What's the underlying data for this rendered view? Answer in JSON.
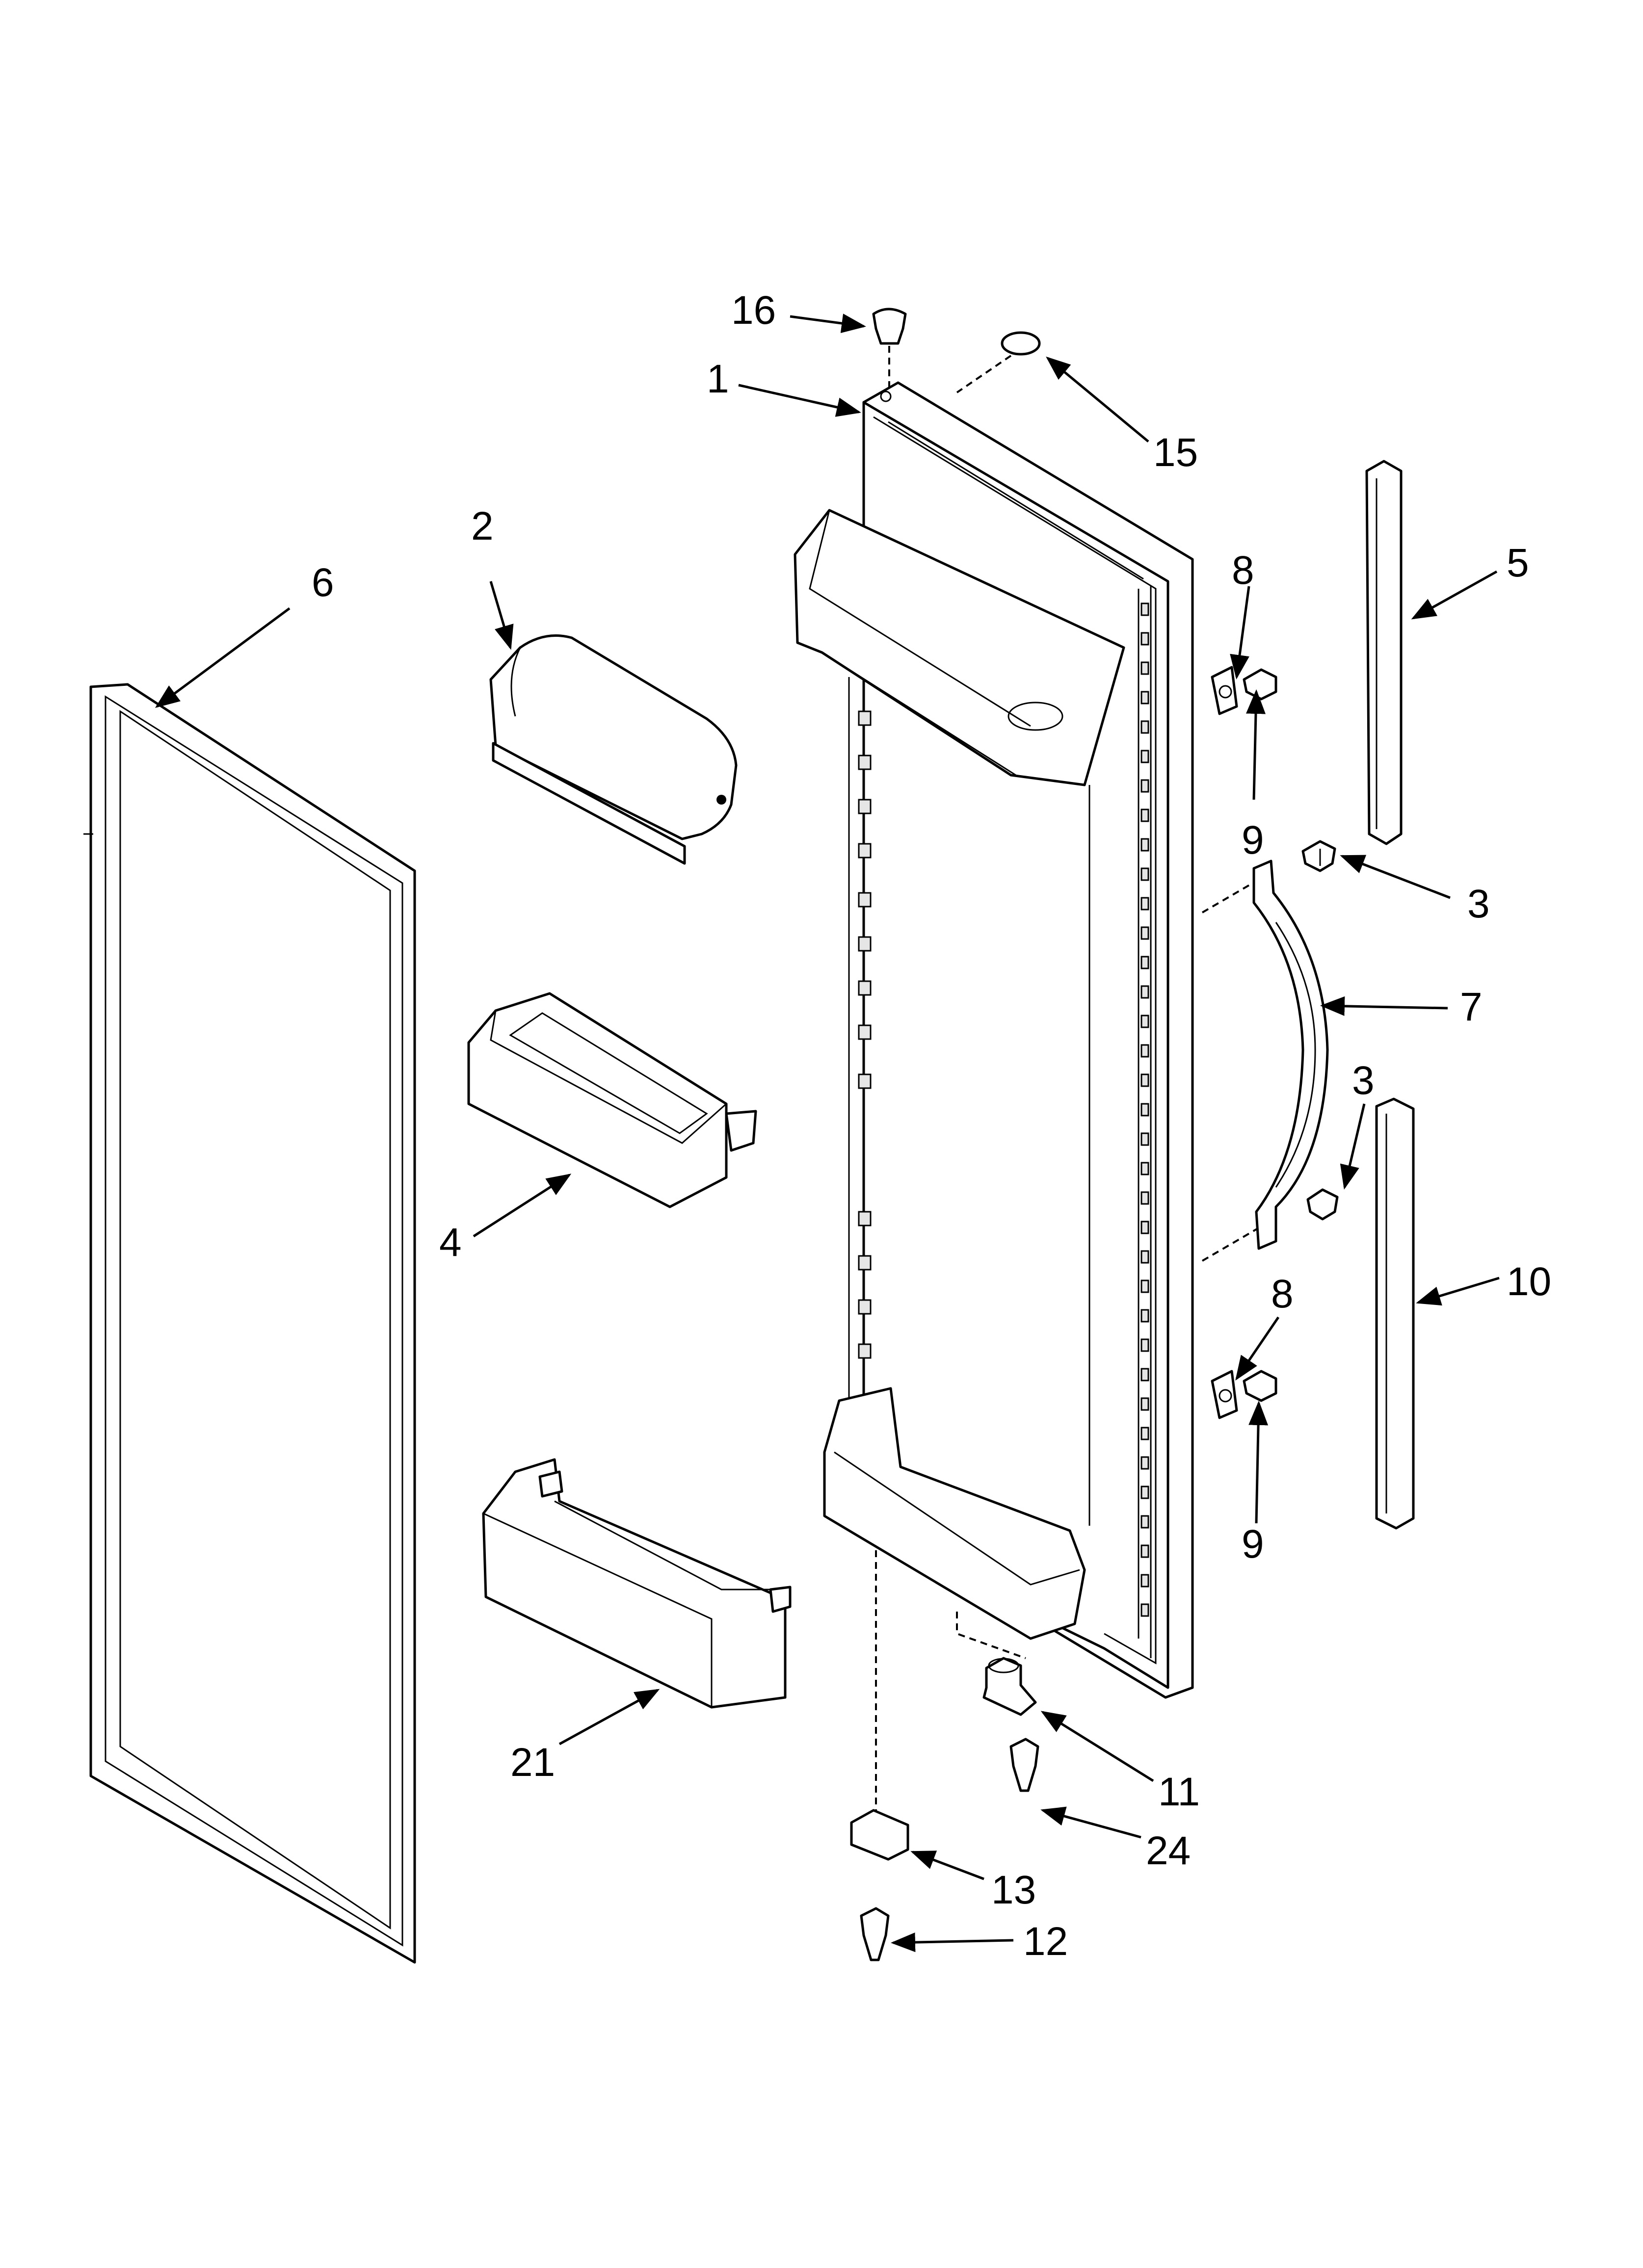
{
  "callouts": [
    {
      "id": "p1",
      "label": "1"
    },
    {
      "id": "p2",
      "label": "2"
    },
    {
      "id": "p3a",
      "label": "3"
    },
    {
      "id": "p3b",
      "label": "3"
    },
    {
      "id": "p4",
      "label": "4"
    },
    {
      "id": "p5",
      "label": "5"
    },
    {
      "id": "p6",
      "label": "6"
    },
    {
      "id": "p7",
      "label": "7"
    },
    {
      "id": "p8a",
      "label": "8"
    },
    {
      "id": "p8b",
      "label": "8"
    },
    {
      "id": "p9a",
      "label": "9"
    },
    {
      "id": "p9b",
      "label": "9"
    },
    {
      "id": "p10",
      "label": "10"
    },
    {
      "id": "p11",
      "label": "11"
    },
    {
      "id": "p12",
      "label": "12"
    },
    {
      "id": "p13",
      "label": "13"
    },
    {
      "id": "p15",
      "label": "15"
    },
    {
      "id": "p16",
      "label": "16"
    },
    {
      "id": "p21",
      "label": "21"
    },
    {
      "id": "p24",
      "label": "24"
    }
  ]
}
